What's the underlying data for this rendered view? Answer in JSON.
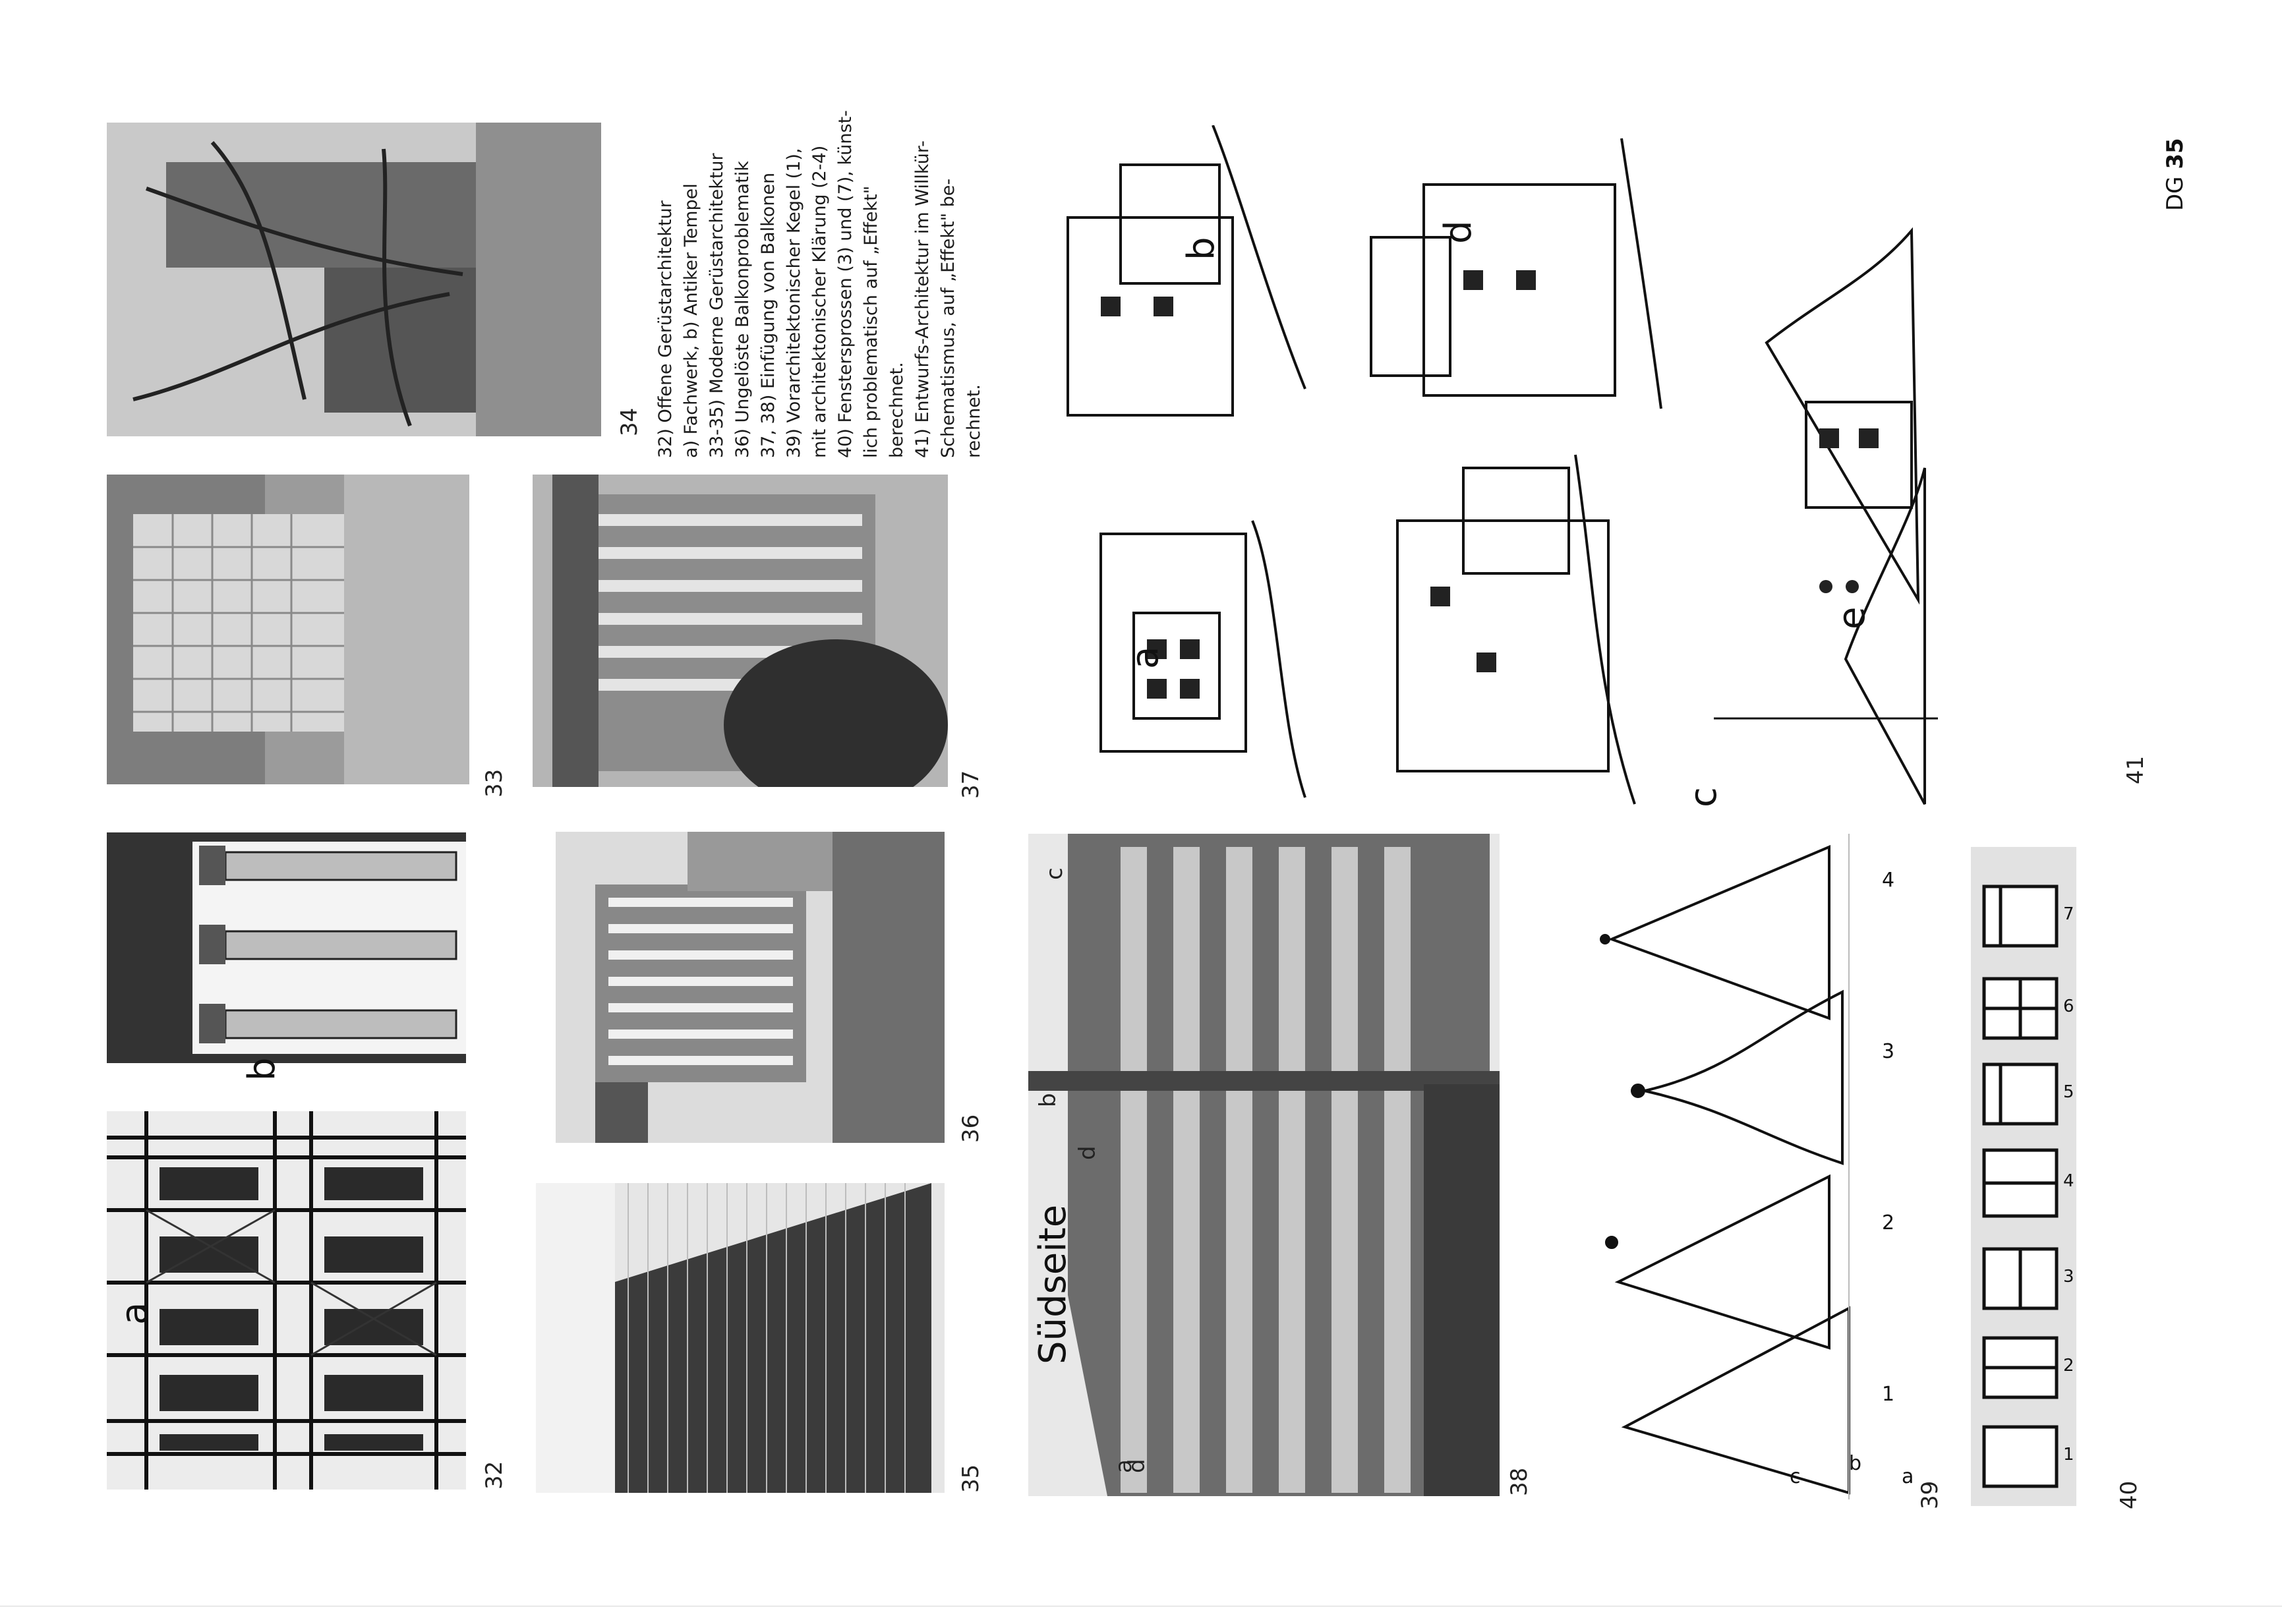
{
  "page": {
    "page_id": "DG",
    "page_number": "35"
  },
  "caption": {
    "lines": [
      "32) Offene Gerüstarchitektur",
      "a) Fachwerk, b) Antiker Tempel",
      "33-35) Moderne Gerüstarchitektur",
      "36) Ungelöste Balkonproblematik",
      "37, 38) Einfügung von Balkonen",
      "39) Vorarchitektonischer Kegel (1),",
      "mit architektonischer Klärung (2-4)",
      "40) Fenstersprossen (3) und (7), künst-",
      "lich problematisch auf „Effekt\"",
      "berechnet.",
      "41) Entwurfs-Architektur im Willkür-",
      "Schematismus, auf „Effekt\" be-",
      "rechnet."
    ]
  },
  "figures": {
    "f32": {
      "number": "32",
      "label_a": "a",
      "label_b": "b"
    },
    "f33": {
      "number": "33"
    },
    "f34": {
      "number": "34"
    },
    "f35": {
      "number": "35"
    },
    "f36": {
      "number": "36"
    },
    "f37": {
      "number": "37"
    },
    "f38": {
      "number": "38",
      "side_label": "Südseite",
      "labels": [
        "a",
        "d",
        "d",
        "b",
        "c"
      ]
    },
    "f39": {
      "number": "39",
      "cone_numbers": [
        "1",
        "2",
        "3",
        "4"
      ],
      "labels": [
        "a",
        "b",
        "c"
      ]
    },
    "f40": {
      "number": "40",
      "window_numbers": [
        "1",
        "2",
        "3",
        "4",
        "5",
        "6",
        "7"
      ]
    },
    "f41": {
      "number": "41",
      "sketch_labels": [
        "a",
        "b",
        "c",
        "d",
        "e"
      ]
    }
  }
}
